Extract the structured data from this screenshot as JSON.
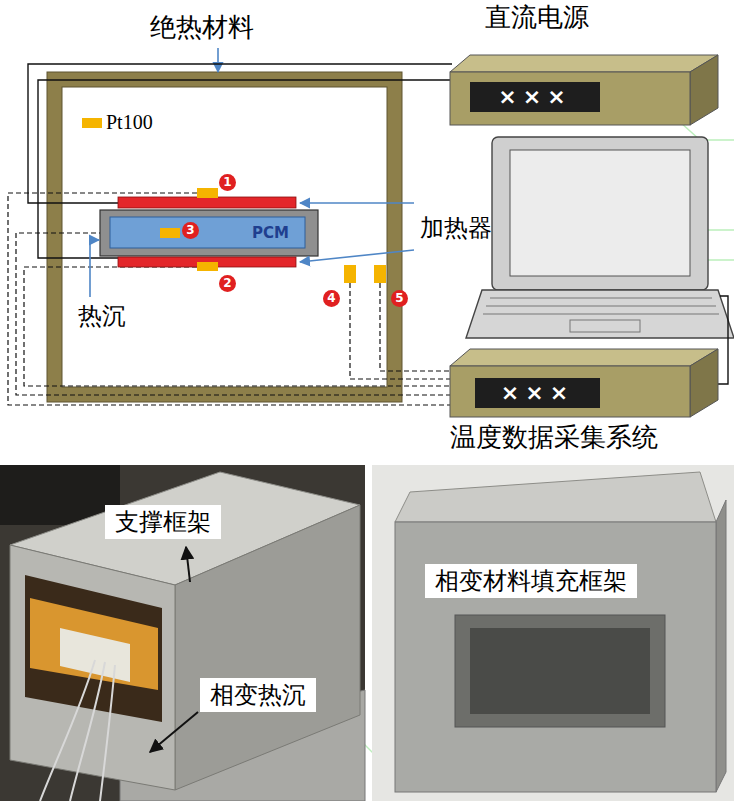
{
  "diagram": {
    "nodes": [
      {
        "text": [
          "直流电源",
          "×××"
        ]
      },
      {
        "text": [
          "PCM"
        ]
      },
      {
        "text": [
          "×××",
          "温度数据采集系统"
        ]
      },
      {
        "text": [
          "支撑框架"
        ]
      },
      {
        "text": [
          "相变热沉"
        ]
      },
      {
        "text": [
          "相变材料填充框架"
        ]
      }
    ],
    "labels": [
      "绝热材料",
      "1",
      "3",
      "加热器",
      "2",
      "热沉",
      "4",
      "5"
    ],
    "legend": [
      {
        "text": "Pt100",
        "color": "#f5b400"
      }
    ]
  }
}
